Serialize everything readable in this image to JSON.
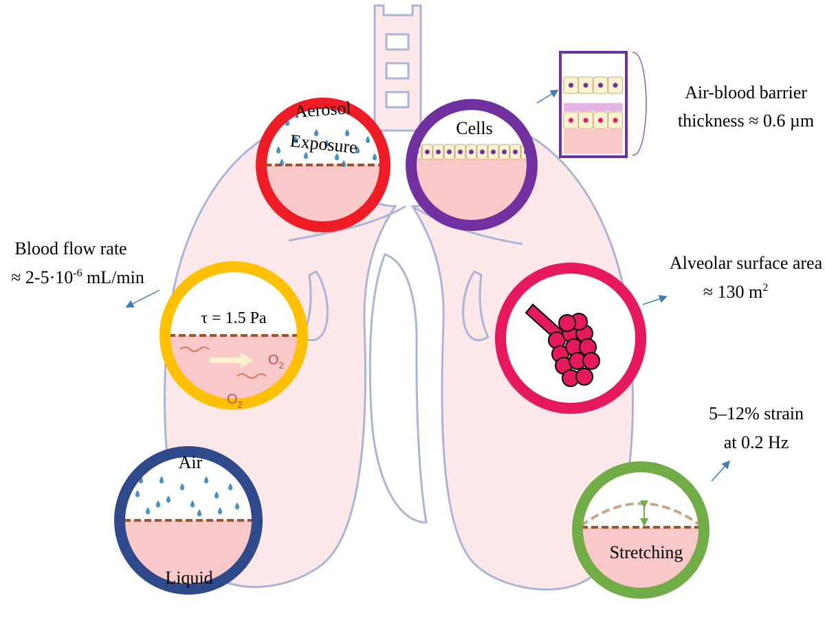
{
  "colors": {
    "lung_fill": "#fde8e9",
    "lung_stroke": "#aab4d6",
    "liquid": "#f9c9c9",
    "membrane": "#a0522d",
    "droplet": "#4a90c8",
    "aerosol_ring": "#ee1c24",
    "cells_ring": "#7030a0",
    "shear_ring": "#ffc000",
    "alveoli_ring": "#e6195e",
    "air_liquid_ring": "#2e4a8b",
    "stretch_ring": "#70ad47",
    "cell_body": "#fdf2d0",
    "nucleus": "#7030a0",
    "alveolus": "#e6195e",
    "arrow": "#3e7bbf"
  },
  "circles": {
    "aerosol": {
      "line1": "Aerosol",
      "line2": "Exposure"
    },
    "cells": {
      "label": "Cells"
    },
    "shear": {
      "stress": "τ = 1.5 Pa",
      "o2_a": "O",
      "o2_b": "O",
      "sub": "2"
    },
    "alveoli": {},
    "air_liquid": {
      "air": "Air",
      "liquid": "Liquid"
    },
    "stretch": {
      "label": "Stretching"
    }
  },
  "annotations": {
    "barrier": {
      "line1": "Air-blood barrier",
      "line2": "thickness ≈ 0.6 µm"
    },
    "blood_flow": {
      "line1": "Blood flow rate",
      "line2_prefix": "≈ 2-5·10",
      "line2_exp": "-6",
      "line2_suffix": " mL/min"
    },
    "surface": {
      "line1": "Alveolar surface area",
      "line2_prefix": "≈ 130 m",
      "line2_exp": "2"
    },
    "strain": {
      "line1": "5–12% strain",
      "line2": "at 0.2 Hz"
    }
  }
}
